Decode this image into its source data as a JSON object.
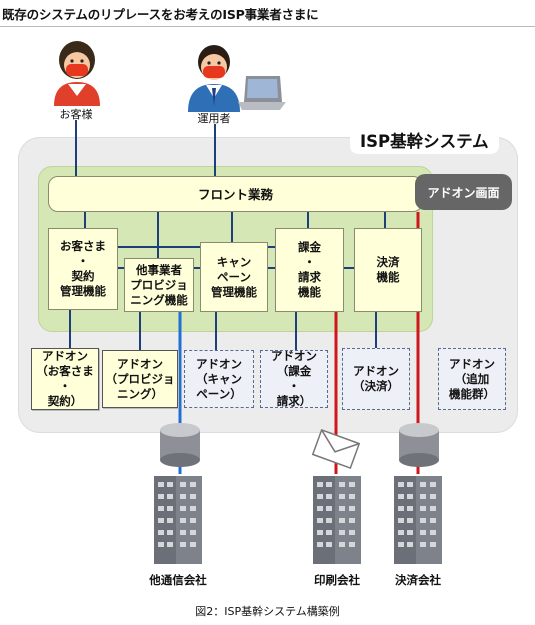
{
  "header": {
    "title": "既存のシステムのリプレースをお考えのISP事業者さまに"
  },
  "actors": {
    "customer": {
      "label": "お客様"
    },
    "operator": {
      "label": "運用者"
    }
  },
  "system": {
    "title": "ISP基幹システム"
  },
  "front": {
    "label": "フロント業務"
  },
  "addon_screen": {
    "label": "アドオン画面"
  },
  "modules": [
    {
      "id": "customer-contract",
      "lines": [
        "お客さま",
        "・",
        "契約",
        "管理機能"
      ]
    },
    {
      "id": "other-provisioning",
      "lines": [
        "他事業者",
        "プロビジョ",
        "ニング機能"
      ]
    },
    {
      "id": "campaign",
      "lines": [
        "キャン",
        "ペーン",
        "管理機能"
      ]
    },
    {
      "id": "billing",
      "lines": [
        "課金",
        "・",
        "請求",
        "機能"
      ]
    },
    {
      "id": "settlement",
      "lines": [
        "決済",
        "機能"
      ]
    }
  ],
  "addons": [
    {
      "id": "customer-contract",
      "style": "solid",
      "lines": [
        "アドオン",
        "（お客さま",
        "・",
        "契約）"
      ]
    },
    {
      "id": "provisioning",
      "style": "solid",
      "lines": [
        "アドオン",
        "（プロビジョ",
        "ニング）"
      ]
    },
    {
      "id": "campaign",
      "style": "dashed",
      "lines": [
        "アドオン",
        "（キャン",
        "ペーン）"
      ]
    },
    {
      "id": "billing",
      "style": "dashed",
      "lines": [
        "アドオン",
        "（課金",
        "・",
        "請求）"
      ]
    },
    {
      "id": "settlement",
      "style": "dashed",
      "lines": [
        "アドオン",
        "（決済）"
      ]
    },
    {
      "id": "extra",
      "style": "dashed",
      "lines": [
        "アドオン",
        "（追加",
        "機能群）"
      ]
    }
  ],
  "companies": [
    {
      "id": "telecom",
      "label": "他通信会社"
    },
    {
      "id": "printing",
      "label": "印刷会社"
    },
    {
      "id": "payment",
      "label": "決済会社"
    }
  ],
  "caption": "図2：ISP基幹システム構築例",
  "colors": {
    "green": "#d5e7b4",
    "yellow": "#ffffd9",
    "blue_line": "#1f6fd6",
    "red_line": "#d0161b",
    "navy_line": "#1f3f7a"
  }
}
